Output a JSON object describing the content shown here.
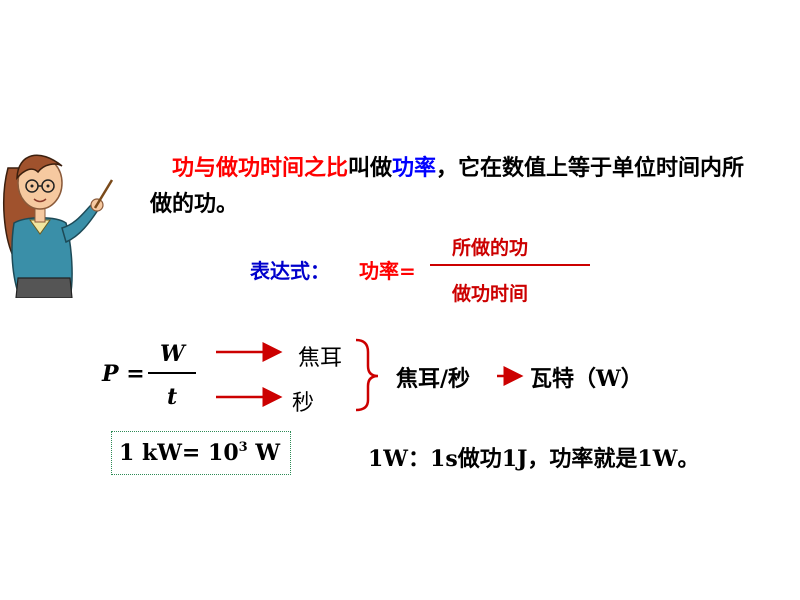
{
  "definition": {
    "part1": "功与做功时间之比",
    "part2": "叫做",
    "part3": "功率",
    "part4": "，它在数值上等于单位时间内所做的功。"
  },
  "expression": {
    "label": "表达式：",
    "lhs": "功率=",
    "numerator": "所做的功",
    "denominator": "做功时间"
  },
  "formula": {
    "lhs": "P",
    "equals": " =",
    "numerator": "W",
    "denominator": "t"
  },
  "units": {
    "work": "焦耳",
    "time": "秒",
    "compound": "焦耳/秒",
    "watt": "瓦特（W）"
  },
  "conversion": {
    "prefix": "1 kW= 10",
    "exponent": "3",
    "suffix": " W"
  },
  "one_watt_note": "1W：1s做功1J，功率就是1W。",
  "colors": {
    "highlight_red": "#ff0000",
    "highlight_blue": "#0000ff",
    "arrow_red": "#cc0000",
    "box_border": "#2e8b57"
  }
}
